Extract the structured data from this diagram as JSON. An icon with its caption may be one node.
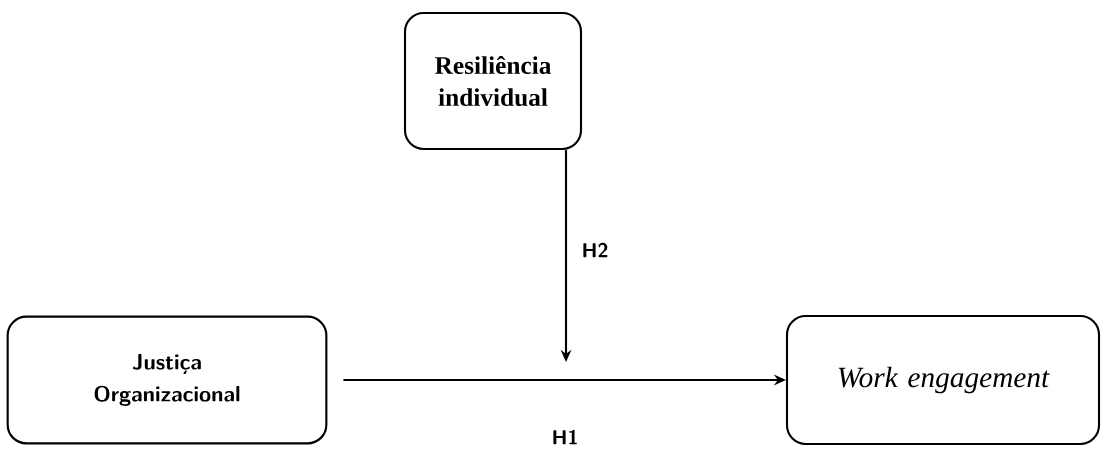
{
  "diagram": {
    "nodes": [
      {
        "text": [
          "Resiliência individual"
        ]
      },
      {
        "text": [
          "Justiça Organizacional"
        ]
      },
      {
        "text": [
          "Work engagement"
        ]
      }
    ],
    "edges": [
      {
        "from": 1,
        "to": 2,
        "arrow": "to",
        "label": "H1"
      },
      {
        "from": 0,
        "to": null,
        "arrow": "to",
        "label": "H2"
      }
    ]
  }
}
